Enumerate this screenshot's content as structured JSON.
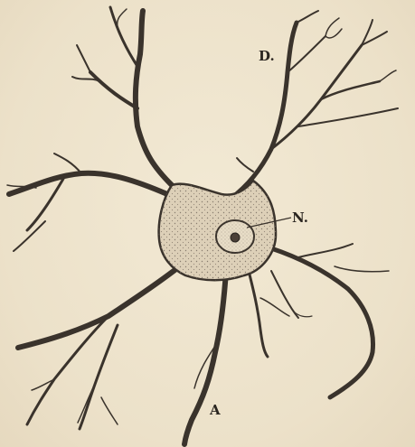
{
  "labels": {
    "dendrite": "D.",
    "nucleus": "N.",
    "axon": "A"
  },
  "colors": {
    "paper": "#efe5cf",
    "ink": "#3a332c",
    "stipple": "#7a6e62",
    "cell_fill": "#ddd0b8"
  }
}
